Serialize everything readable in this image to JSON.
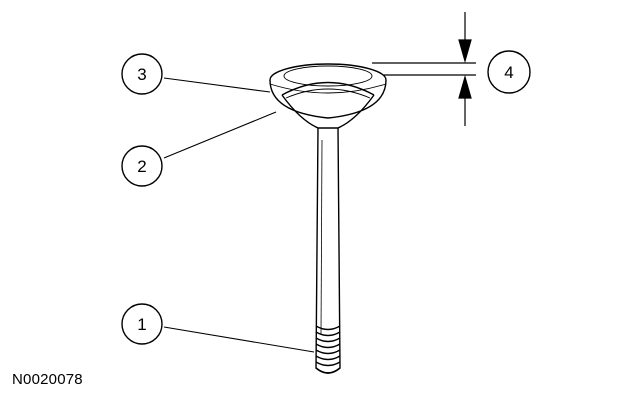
{
  "figure_id": "N0020078",
  "callouts": [
    "1",
    "2",
    "3",
    "4"
  ],
  "colors": {
    "ink": "#000000",
    "paper": "#ffffff"
  }
}
